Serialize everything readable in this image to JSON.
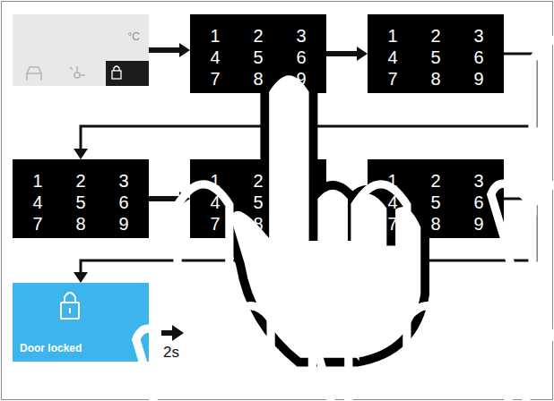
{
  "diagram": {
    "nodes": [
      {
        "text": [
          "°C"
        ]
      },
      {
        "text": [
          "1",
          "2",
          "3",
          "4",
          "5",
          "6",
          "7",
          "8",
          "9"
        ]
      },
      {
        "text": [
          "1",
          "2",
          "3",
          "4",
          "5",
          "6",
          "7",
          "8",
          "9"
        ]
      },
      {
        "text": [
          "1",
          "2",
          "3",
          "4",
          "5",
          "6",
          "7",
          "8",
          "9"
        ]
      },
      {
        "text": [
          "1",
          "2",
          "3",
          "4",
          "5",
          "6",
          "7",
          "8",
          "9"
        ]
      },
      {
        "text": [
          "1",
          "2",
          "3",
          "4",
          "5",
          "6",
          "7",
          "8",
          "9"
        ]
      },
      {
        "text": [
          "Door locked"
        ]
      }
    ],
    "edges": [
      {
        "from": 0,
        "to": 1,
        "arrow": "to"
      },
      {
        "from": 1,
        "to": 2,
        "arrow": "to"
      },
      {
        "from": 2,
        "to": 3,
        "arrow": "to"
      },
      {
        "from": 3,
        "to": 4,
        "arrow": "to"
      },
      {
        "from": 4,
        "to": 5,
        "arrow": "to"
      },
      {
        "from": 5,
        "to": 6,
        "arrow": "to"
      }
    ],
    "labels": [
      "2s"
    ]
  }
}
